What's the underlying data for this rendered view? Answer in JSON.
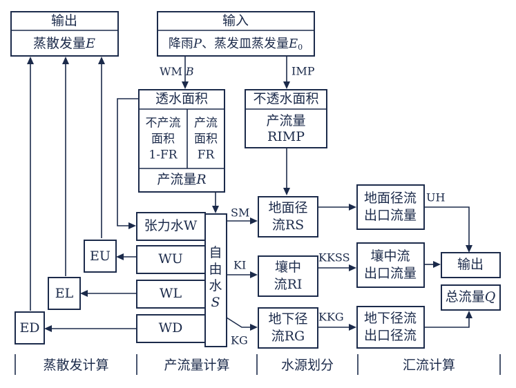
{
  "output_top": {
    "title": "输出",
    "evap_label": "蒸散发量",
    "evap_symbol": "E"
  },
  "input": {
    "title": "输入",
    "line_prefix": "降雨",
    "rain_symbol": "P",
    "line_mid": "、蒸发皿蒸发量",
    "pan_symbol": "E",
    "pan_sub": "0"
  },
  "labels": {
    "wm": "WM",
    "b": "B",
    "imp": "IMP",
    "sm": "SM",
    "ki": "KI",
    "kg_out": "KG",
    "kkss": "KKSS",
    "kkg": "KKG",
    "uh": "UH"
  },
  "pervious": {
    "title": "透水面积",
    "nonrunoff_lines": [
      "不产流",
      "面积",
      "1-FR"
    ],
    "runoff_lines": [
      "产流",
      "面积",
      "FR"
    ],
    "runoff_label": "产流量",
    "runoff_symbol": "R"
  },
  "impervious": {
    "title": "不透水面积",
    "runoff_lines": [
      "产流量",
      "RIMP"
    ]
  },
  "tension_water": "张力水W",
  "free_water_lines": [
    "自",
    "由",
    "水"
  ],
  "free_water_symbol": "S",
  "layers": {
    "wu": "WU",
    "wl": "WL",
    "wd": "WD",
    "eu": "EU",
    "el": "EL",
    "ed": "ED"
  },
  "surface": {
    "rs_lines": [
      "地面径",
      "流RS"
    ],
    "outlet_lines": [
      "地面径流",
      "出口流量"
    ]
  },
  "interflow": {
    "ri_lines": [
      "壤中",
      "流RI"
    ],
    "outlet_lines": [
      "壤中流",
      "出口流量"
    ]
  },
  "groundwater": {
    "rg_lines": [
      "地下径",
      "流RG"
    ],
    "outlet_lines": [
      "地下径流",
      "出口径流"
    ]
  },
  "output_final": "输出",
  "total_flow": {
    "label": "总流量",
    "symbol": "Q"
  },
  "sections": [
    "蒸散发计算",
    "产流量计算",
    "水源划分",
    "汇流计算"
  ]
}
